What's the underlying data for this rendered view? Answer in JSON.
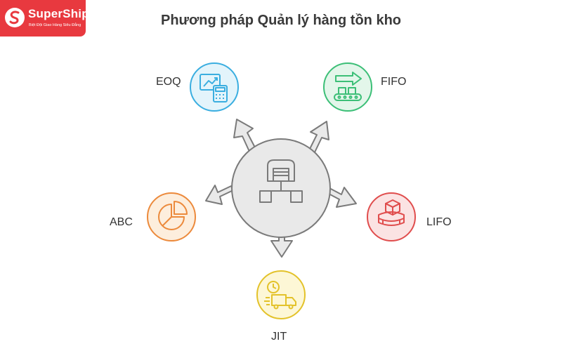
{
  "brand": {
    "name": "SuperShip",
    "tagline": "Biệt Đội Giao Hàng Siêu Đẳng",
    "color": "#e8393f"
  },
  "title": "Phương pháp Quản lý hàng tồn kho",
  "center": {
    "icon": "warehouse-distribution-icon"
  },
  "methods": [
    {
      "label": "EOQ",
      "icon": "chart-calculator-icon",
      "color": "#3aaee0",
      "fill": "#e3f4fb"
    },
    {
      "label": "FIFO",
      "icon": "conveyor-belt-icon",
      "color": "#3cbf77",
      "fill": "#e3f6ea"
    },
    {
      "label": "ABC",
      "icon": "pie-chart-icon",
      "color": "#ec8a3c",
      "fill": "#fdeedd"
    },
    {
      "label": "LIFO",
      "icon": "stacked-boxes-icon",
      "color": "#e04d4d",
      "fill": "#fbe3e3"
    },
    {
      "label": "JIT",
      "icon": "delivery-truck-icon",
      "color": "#e3c22a",
      "fill": "#fdf7d6"
    }
  ]
}
